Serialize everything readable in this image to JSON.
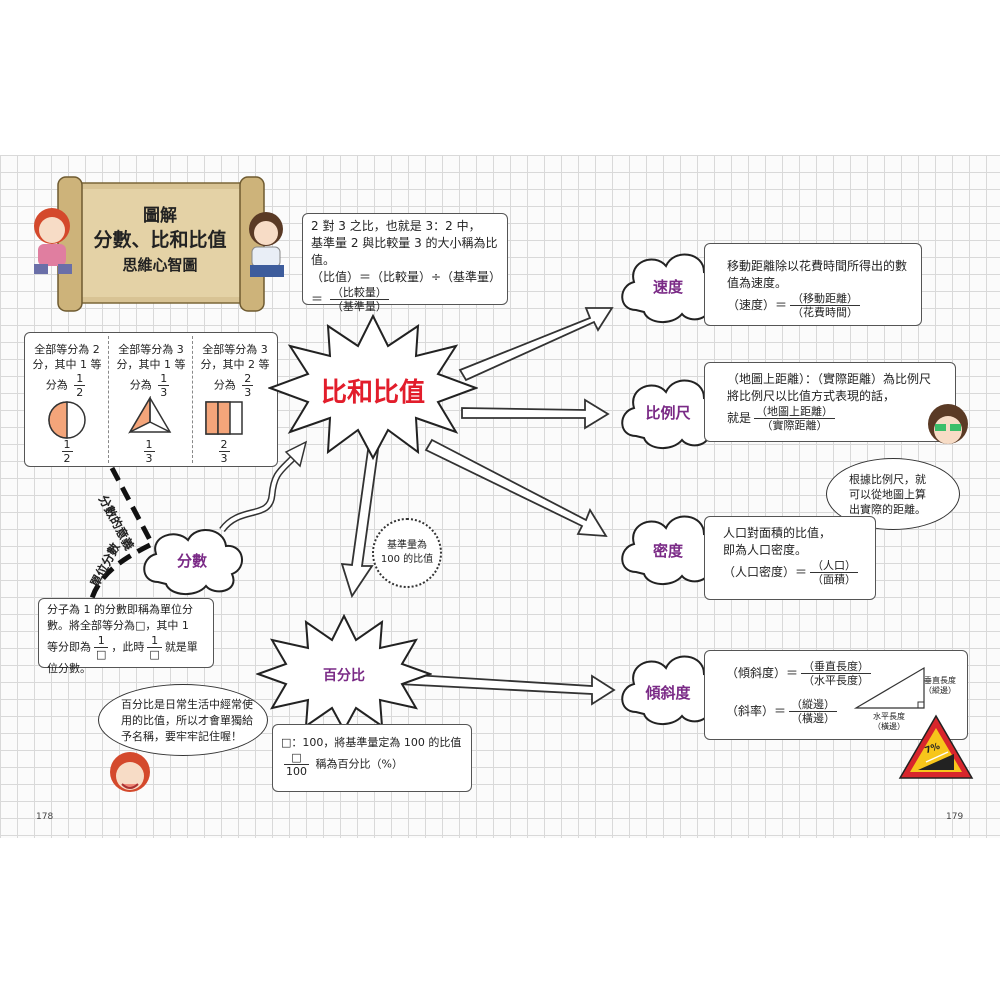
{
  "title_scroll": {
    "line1": "圖解",
    "line2": "分數、比和比值",
    "line3": "思維心智圖"
  },
  "center": {
    "label": "比和比值"
  },
  "intro_box": {
    "line1": "2 對 3 之比，也就是 3：2 中，",
    "line2": "基準量 2 與比較量 3 的大小稱為比值。",
    "line3": "（比值）＝（比較量）÷（基準量）",
    "eq_prefix": "＝",
    "frac_num": "（比較量）",
    "frac_den": "（基準量）"
  },
  "fraction_panels": [
    {
      "line1": "全部等分為 2",
      "line2": "分，其中 1 等",
      "line3_prefix": "分為",
      "num": "1",
      "den": "2",
      "caption_num": "1",
      "caption_den": "2",
      "shape": "half-circle"
    },
    {
      "line1": "全部等分為 3",
      "line2": "分，其中 1 等",
      "line3_prefix": "分為",
      "num": "1",
      "den": "3",
      "caption_num": "1",
      "caption_den": "3",
      "shape": "pyramid-third"
    },
    {
      "line1": "全部等分為 3",
      "line2": "分，其中 2 等",
      "line3_prefix": "分為",
      "num": "2",
      "den": "3",
      "caption_num": "2",
      "caption_den": "3",
      "shape": "bar-two-thirds"
    }
  ],
  "side_labels": {
    "fraction_meaning": "分數的意義",
    "unit_fraction": "單位分數"
  },
  "fraction_node": {
    "label": "分數"
  },
  "unit_fraction_box": {
    "line1": "分子為 1 的分數即稱為單位分",
    "line2": "數。將全部等分為□，其中 1",
    "line3_prefix": "等分即為",
    "line3_mid": "，此時",
    "line3_suffix": "就是單",
    "line4": "位分數。",
    "frac_num": "1",
    "frac_den": "□"
  },
  "percent_bubble": {
    "line1": "基準量為",
    "line2": "100 的比值"
  },
  "percent_node": {
    "label": "百分比"
  },
  "percent_speech": {
    "line1": "百分比是日常生活中經常使",
    "line2": "用的比值，所以才會單獨給",
    "line3": "予名稱，要牢牢記住喔！"
  },
  "percent_box": {
    "line1": "□：100，將基準量定為 100 的比值",
    "frac_num": "□",
    "frac_den": "100",
    "suffix": "稱為百分比（%）"
  },
  "speed_node": {
    "label": "速度"
  },
  "speed_box": {
    "line1": "移動距離除以花費時間所得出的數",
    "line2": "值為速度。",
    "lhs": "（速度）＝",
    "frac_num": "（移動距離）",
    "frac_den": "（花費時間）"
  },
  "scale_node": {
    "label": "比例尺"
  },
  "scale_box": {
    "line1": "（地圖上距離）：（實際距離）為比例尺",
    "line2": "將比例尺以比值方式表現的話，",
    "lhs": "就是",
    "frac_num": "（地圖上距離）",
    "frac_den": "（實際距離）"
  },
  "scale_speech": {
    "line1": "根據比例尺，就",
    "line2": "可以從地圖上算",
    "line3": "出實際的距離。"
  },
  "density_node": {
    "label": "密度"
  },
  "density_box": {
    "line1": "人口對面積的比值，",
    "line2": "即為人口密度。",
    "lhs": "（人口密度）＝",
    "frac_num": "（人口）",
    "frac_den": "（面積）"
  },
  "slope_node": {
    "label": "傾斜度"
  },
  "slope_box": {
    "lhs1": "（傾斜度）＝",
    "frac1_num": "（垂直長度）",
    "frac1_den": "（水平長度）",
    "lhs2": "（斜率）＝",
    "frac2_num": "（縱邊）",
    "frac2_den": "（橫邊）",
    "tri_vert_1": "垂直長度",
    "tri_vert_2": "（縱邊）",
    "tri_horiz_1": "水平長度",
    "tri_horiz_2": "（橫邊）"
  },
  "road_sign": {
    "text": "7%"
  },
  "page_numbers": {
    "left": "178",
    "right": "179"
  },
  "colors": {
    "center_text": "#e21d2b",
    "node_text": "#7a2a86",
    "orange_fill": "#f4a57a",
    "sign_yellow": "#f7c61b",
    "sign_red": "#d8262c",
    "scroll": "#d8c394"
  }
}
